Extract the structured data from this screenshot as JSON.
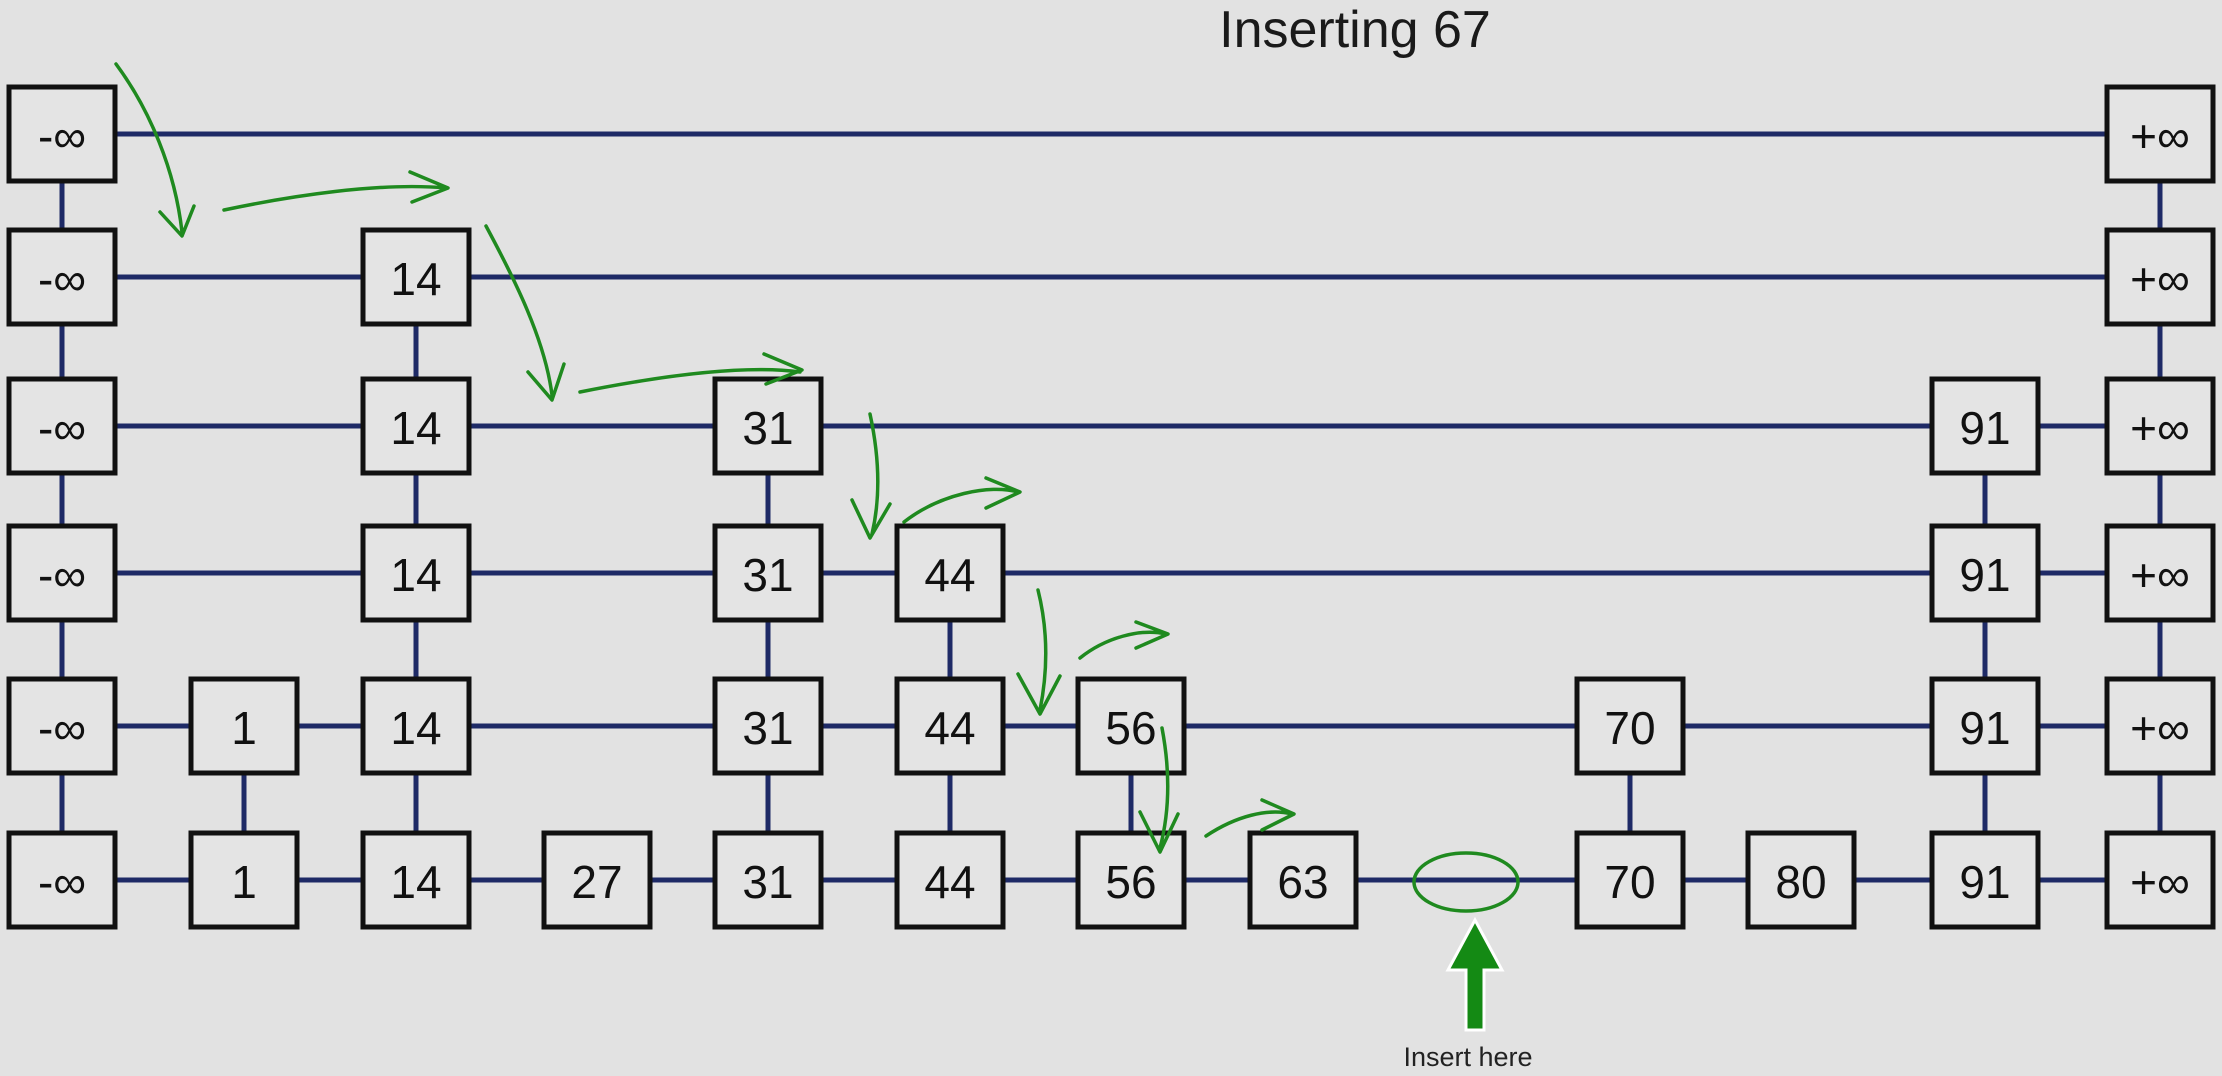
{
  "title": "Inserting 67",
  "insert_label": "Insert here",
  "colors": {
    "link": "#1e2a66",
    "search_path": "#1f8a1f",
    "node_border": "#111111",
    "background": "#e2e2e2"
  },
  "columns": [
    "-∞",
    "1",
    "14",
    "27",
    "31",
    "44",
    "56",
    "63",
    "70",
    "80",
    "91",
    "+∞"
  ],
  "levels": [
    [
      "-∞",
      "+∞"
    ],
    [
      "-∞",
      "14",
      "+∞"
    ],
    [
      "-∞",
      "14",
      "31",
      "91",
      "+∞"
    ],
    [
      "-∞",
      "14",
      "31",
      "44",
      "91",
      "+∞"
    ],
    [
      "-∞",
      "1",
      "14",
      "31",
      "44",
      "56",
      "70",
      "91",
      "+∞"
    ],
    [
      "-∞",
      "1",
      "14",
      "27",
      "31",
      "44",
      "56",
      "63",
      "70",
      "80",
      "91",
      "+∞"
    ]
  ]
}
